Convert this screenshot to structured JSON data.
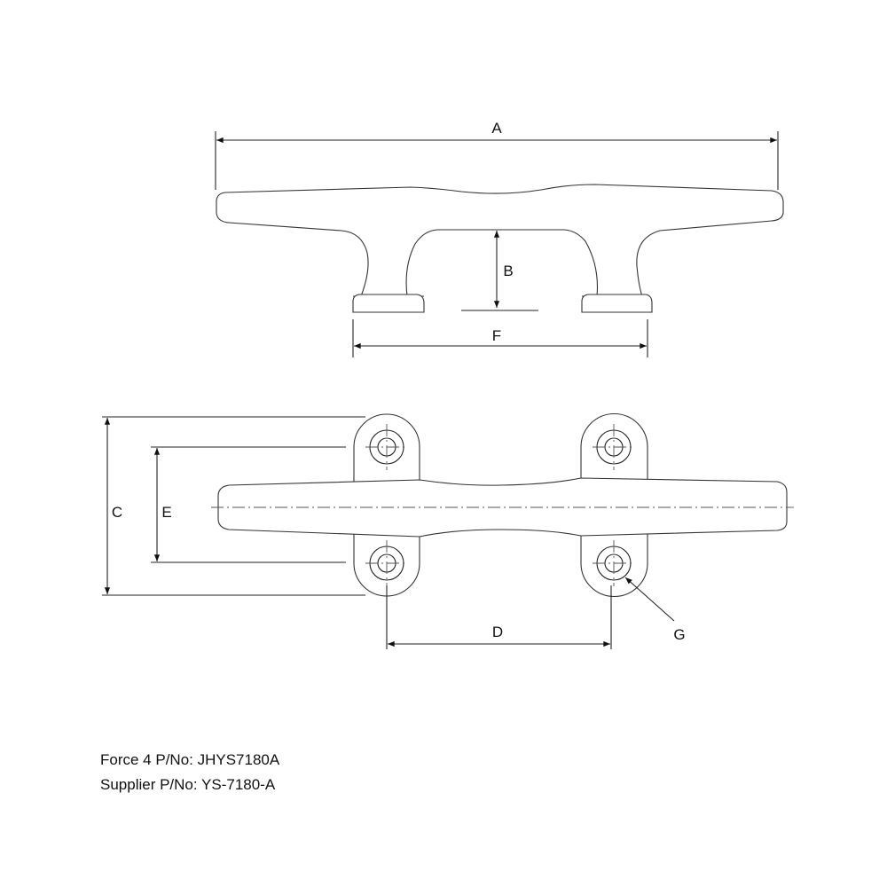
{
  "drawing": {
    "side_view": {
      "labels": {
        "A": "A",
        "B": "B",
        "F": "F"
      }
    },
    "top_view": {
      "labels": {
        "C": "C",
        "D": "D",
        "E": "E",
        "G": "G"
      }
    }
  },
  "notes": {
    "force4_part_number": "Force 4 P/No: JHYS7180A",
    "supplier_part_number": "Supplier P/No: YS-7180-A"
  }
}
